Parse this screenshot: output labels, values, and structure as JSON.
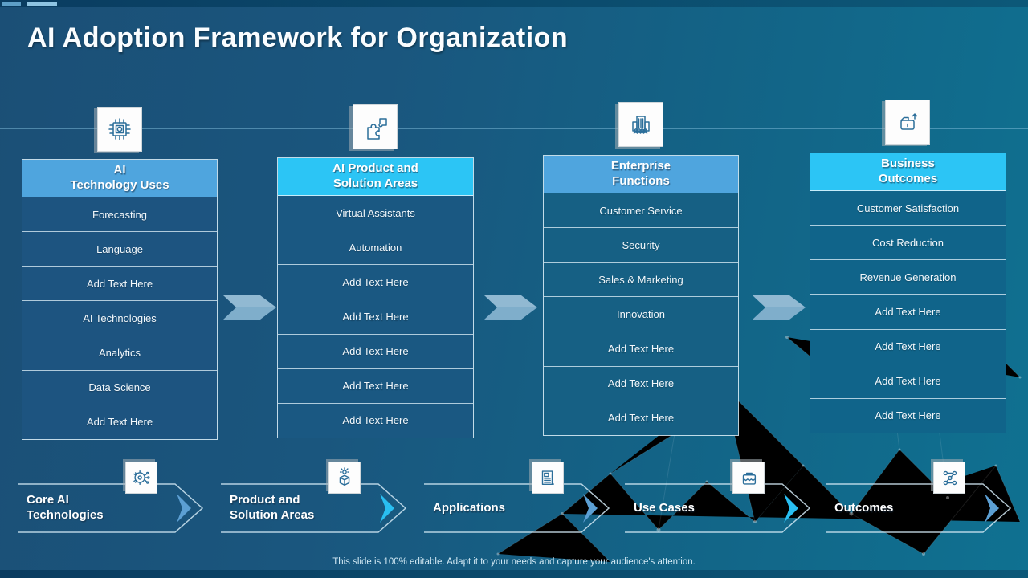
{
  "slide": {
    "title": "AI Adoption Framework for Organization",
    "footer": "This slide is 100% editable. Adapt it to your needs and capture your audience's attention."
  },
  "columns": [
    {
      "icon": "cpu-chip-icon",
      "header_line1": "AI",
      "header_line2": "Technology Uses",
      "header_color": "#4FA5DE",
      "rows": [
        "Forecasting",
        "Language",
        "Add Text Here",
        "AI Technologies",
        "Analytics",
        "Data Science",
        "Add Text Here"
      ]
    },
    {
      "icon": "puzzle-icon",
      "header_line1": "AI Product and",
      "header_line2": "Solution Areas",
      "header_color": "#2CC5F5",
      "rows": [
        "Virtual Assistants",
        "Automation",
        "Add Text Here",
        "Add Text Here",
        "Add Text Here",
        "Add Text Here",
        "Add Text Here"
      ]
    },
    {
      "icon": "enterprise-building-icon",
      "header_line1": "Enterprise",
      "header_line2": "Functions",
      "header_color": "#4FA5DE",
      "rows": [
        "Customer Service",
        "Security",
        "Sales & Marketing",
        "Innovation",
        "Add Text Here",
        "Add Text Here",
        "Add Text Here"
      ]
    },
    {
      "icon": "folder-upload-icon",
      "header_line1": "Business",
      "header_line2": "Outcomes",
      "header_color": "#2CC5F5",
      "rows": [
        "Customer Satisfaction",
        "Cost Reduction",
        "Revenue Generation",
        "Add Text Here",
        "Add Text Here",
        "Add Text Here",
        "Add Text Here"
      ]
    }
  ],
  "flow_steps": [
    {
      "label": "Core AI Technologies",
      "icon": "ai-gear-icon",
      "arrow_color": "#5C9FD3"
    },
    {
      "label": "Product and Solution Areas",
      "icon": "product-box-icon",
      "arrow_color": "#29BFF2"
    },
    {
      "label": "Applications",
      "icon": "newspaper-icon",
      "arrow_color": "#5C9FD3"
    },
    {
      "label": "Use Cases",
      "icon": "briefcase-icon",
      "arrow_color": "#29BFF2"
    },
    {
      "label": "Outcomes",
      "icon": "network-nodes-icon",
      "arrow_color": "#5C9FD3"
    }
  ],
  "colors": {
    "header_blue": "#4FA5DE",
    "header_cyan": "#2CC5F5",
    "connector_arrow": "#7FAECB",
    "background_left": "#1B4F76",
    "background_right": "#0F7191"
  }
}
